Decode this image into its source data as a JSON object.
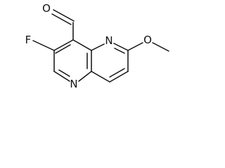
{
  "molecule": {
    "atoms": {
      "oxygen_carbonyl": "O",
      "fluorine": "F",
      "nitrogen_1": "N",
      "nitrogen_5": "N",
      "oxygen_methoxy": "O"
    },
    "colors": {
      "line": "#111111",
      "background": "#ffffff"
    }
  }
}
